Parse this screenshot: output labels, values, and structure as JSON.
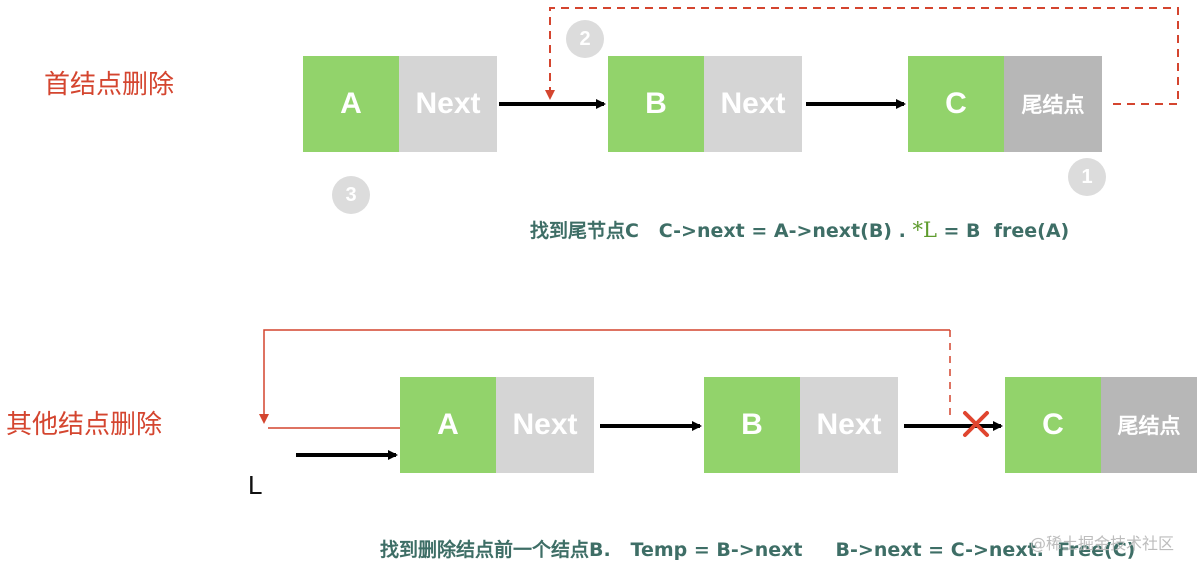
{
  "section1": {
    "title": "首结点删除",
    "nodes": [
      {
        "data": "A",
        "next": "Next"
      },
      {
        "data": "B",
        "next": "Next"
      },
      {
        "data": "C",
        "next": "尾结点"
      }
    ],
    "steps": [
      "1",
      "2",
      "3"
    ],
    "caption_a": "找到尾节点C   C->next = A->next(B) . ",
    "caption_highlight": "*L",
    "caption_b": " = B  free(A)"
  },
  "section2": {
    "title": "其他结点删除",
    "nodes": [
      {
        "data": "A",
        "next": "Next"
      },
      {
        "data": "B",
        "next": "Next"
      },
      {
        "data": "C",
        "next": "尾结点"
      }
    ],
    "pointer_label": "L",
    "caption": "找到删除结点前一个结点B.   Temp = B->next     B->next = C->next.  Free(C)"
  },
  "watermark": "@稀土掘金技术社区",
  "colors": {
    "data_cell": "#92d36b",
    "next_cell": "#d5d5d5",
    "tail_cell": "#b7b7b7",
    "title": "#d4452f",
    "caption": "#3e6e66",
    "dashed_link": "#d4452f"
  }
}
